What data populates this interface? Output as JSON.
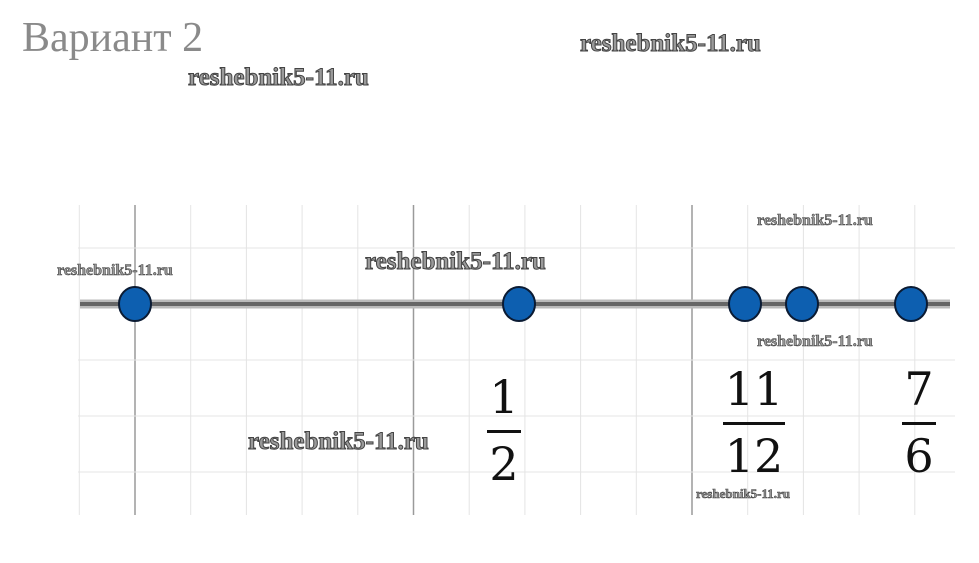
{
  "title": "Вариант 2",
  "watermark": "reshebnik5-11.ru",
  "number_line": {
    "points_count": 5,
    "dot_color": "#0d5fb0",
    "labels": [
      {
        "num": "1",
        "den": "2"
      },
      {
        "num": "11",
        "den": "12"
      },
      {
        "num": "7",
        "den": "6"
      }
    ]
  }
}
